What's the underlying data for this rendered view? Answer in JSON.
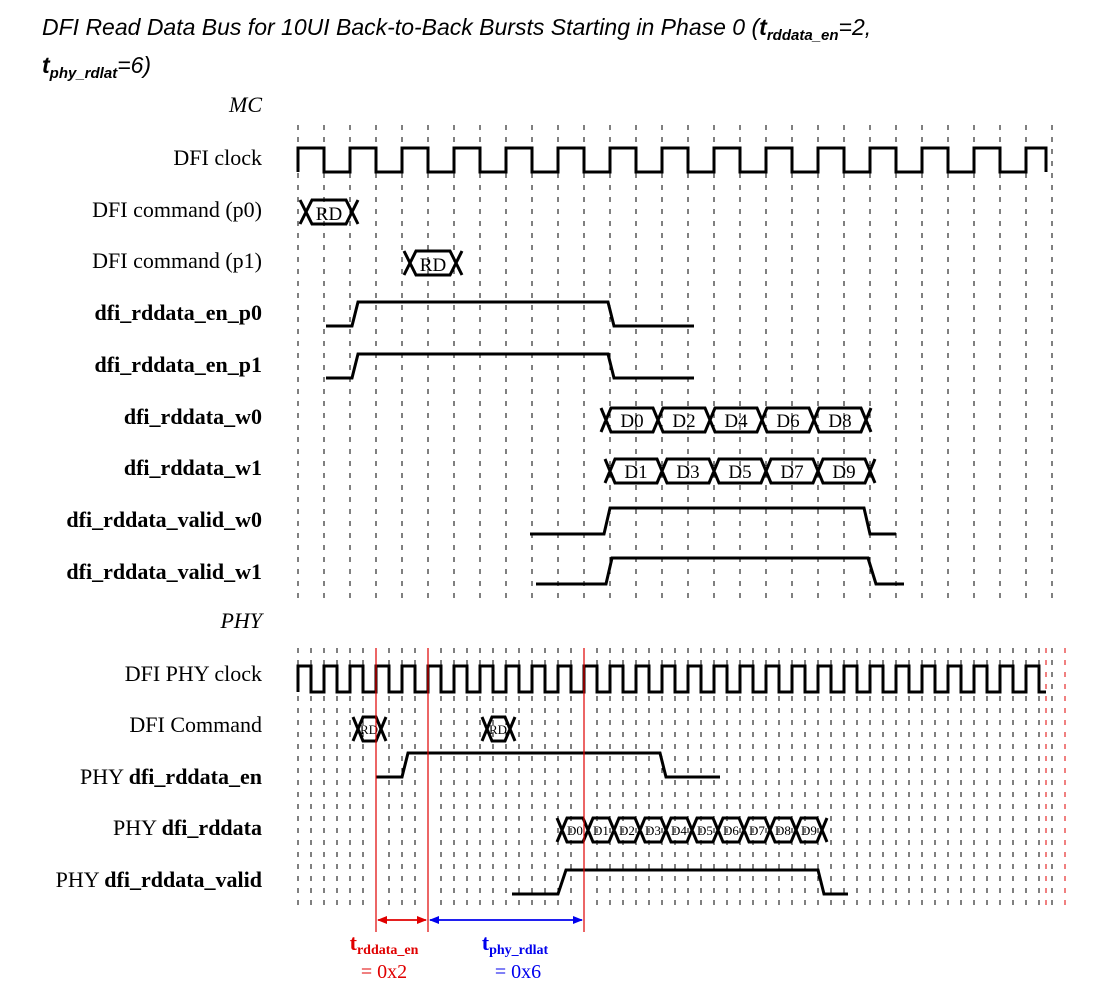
{
  "title": {
    "main": "DFI Read Data Bus for 10UI Back-to-Back Bursts Starting in Phase 0 (",
    "t1_letter": "t",
    "t1_sub": "rddata_en",
    "t1_rest": "=2,",
    "t2_letter": "t",
    "t2_sub": "phy_rdlat",
    "t2_rest": "=6)"
  },
  "sections": {
    "mc": "MC",
    "phy": "PHY"
  },
  "signals": {
    "dfi_clock": "DFI clock",
    "dfi_cmd_p0": "DFI command (p0)",
    "dfi_cmd_p1": "DFI command (p1)",
    "rddata_en_p0": "dfi_rddata_en_p0",
    "rddata_en_p1": "dfi_rddata_en_p1",
    "rddata_w0": "dfi_rddata_w0",
    "rddata_w1": "dfi_rddata_w1",
    "rddata_valid_w0": "dfi_rddata_valid_w0",
    "rddata_valid_w1": "dfi_rddata_valid_w1",
    "phy_clock": "DFI PHY clock",
    "phy_command": "DFI Command",
    "phy_rddata_en_prefix": "PHY ",
    "phy_rddata_en_name": "dfi_rddata_en",
    "phy_rddata_prefix": "PHY ",
    "phy_rddata_name": "dfi_rddata",
    "phy_rddata_valid_prefix": "PHY ",
    "phy_rddata_valid_name": "dfi_rddata_valid"
  },
  "cells": {
    "rd": "RD",
    "w0": [
      "D0",
      "D2",
      "D4",
      "D6",
      "D8"
    ],
    "w1": [
      "D1",
      "D3",
      "D5",
      "D7",
      "D9"
    ],
    "phy": [
      "D0",
      "D1",
      "D2",
      "D3",
      "D4",
      "D5",
      "D6",
      "D7",
      "D8",
      "D9"
    ]
  },
  "annotations": {
    "trddata_letter": "t",
    "trddata_sub": "rddata_en",
    "trddata_value": "= 0x2",
    "tphy_letter": "t",
    "tphy_sub": "phy_rdlat",
    "tphy_value": "= 0x6"
  },
  "colors": {
    "line": "#000000",
    "marker_red": "#e00000",
    "marker_blue": "#0000ee"
  }
}
